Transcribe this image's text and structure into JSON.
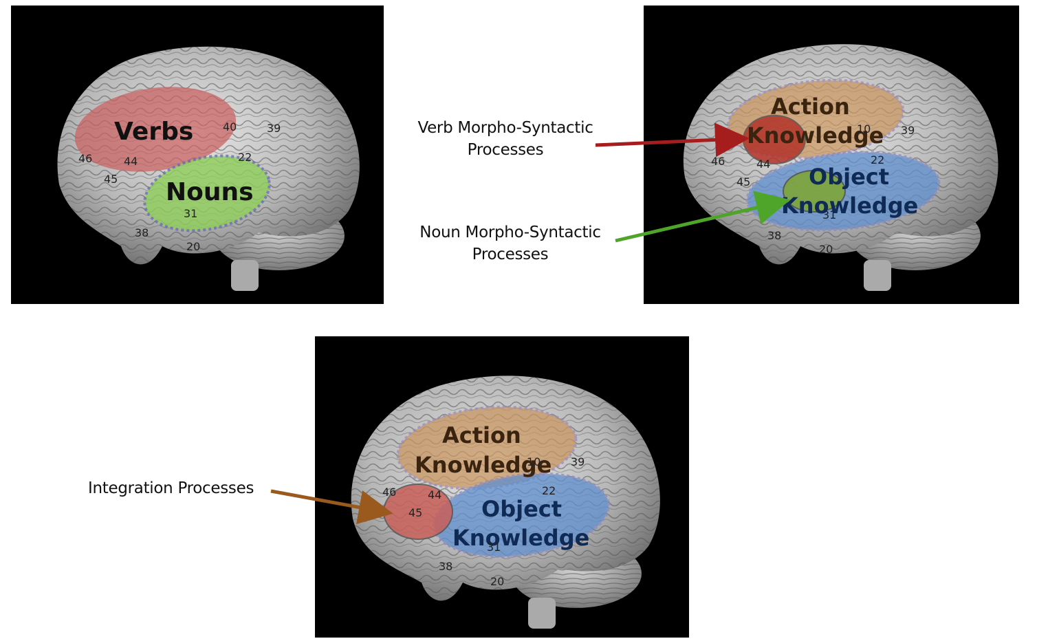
{
  "panels": {
    "a": {
      "regions": {
        "verbs": "Verbs",
        "nouns": "Nouns"
      },
      "areas": [
        "40",
        "39",
        "46",
        "44",
        "45",
        "22",
        "31",
        "38",
        "20"
      ]
    },
    "b": {
      "regions": {
        "action_1": "Action",
        "action_2": "Knowledge",
        "object_1": "Object",
        "object_2": "Knowledge"
      },
      "areas": [
        "10",
        "39",
        "46",
        "44",
        "45",
        "22",
        "31",
        "38",
        "20"
      ]
    },
    "c": {
      "regions": {
        "action_1": "Action",
        "action_2": "Knowledge",
        "object_1": "Object",
        "object_2": "Knowledge"
      },
      "areas": [
        "10",
        "39",
        "46",
        "44",
        "45",
        "22",
        "31",
        "38",
        "20"
      ]
    }
  },
  "callouts": {
    "verb": {
      "line1": "Verb Morpho-Syntactic",
      "line2": "Processes"
    },
    "noun": {
      "line1": "Noun Morpho-Syntactic",
      "line2": "Processes"
    },
    "integration": {
      "line1": "Integration Processes"
    }
  },
  "colors": {
    "verbs_region": "#c96060",
    "nouns_region": "#8fcf5a",
    "action_region": "#c9955f",
    "object_region": "#5f8fcf",
    "verb_arrow": "#a51d1d",
    "noun_arrow": "#4ea52a",
    "integration_arrow": "#9a5a1d"
  }
}
